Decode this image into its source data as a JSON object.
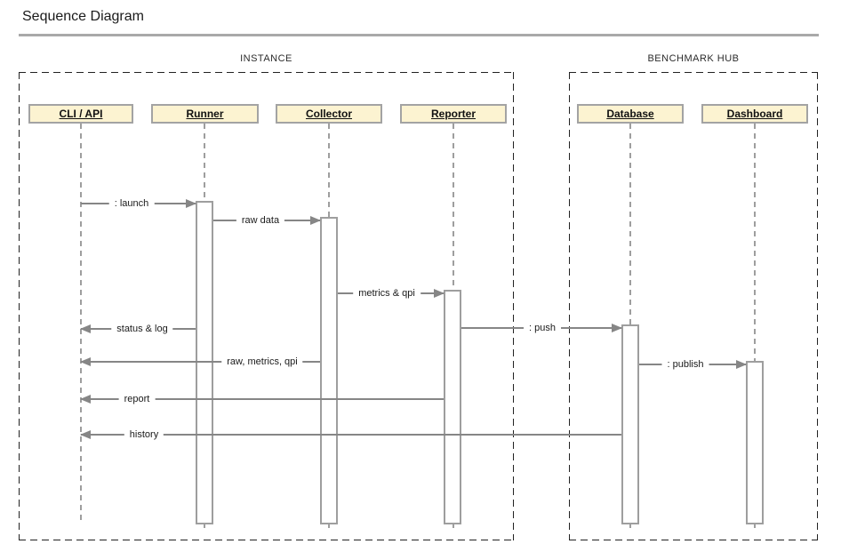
{
  "title": "Sequence Diagram",
  "frames": [
    {
      "id": "instance",
      "label": "INSTANCE"
    },
    {
      "id": "benchmark-hub",
      "label": "BENCHMARK HUB"
    }
  ],
  "participants": [
    {
      "id": "cli-api",
      "label": "CLI / API"
    },
    {
      "id": "runner",
      "label": "Runner"
    },
    {
      "id": "collector",
      "label": "Collector"
    },
    {
      "id": "reporter",
      "label": "Reporter"
    },
    {
      "id": "database",
      "label": "Database"
    },
    {
      "id": "dashboard",
      "label": "Dashboard"
    }
  ],
  "messages": [
    {
      "label": ": launch",
      "from": "cli-api",
      "to": "runner",
      "direction": "right"
    },
    {
      "label": "raw data",
      "from": "runner",
      "to": "collector",
      "direction": "right"
    },
    {
      "label": "metrics & qpi",
      "from": "collector",
      "to": "reporter",
      "direction": "right"
    },
    {
      "label": ": push",
      "from": "reporter",
      "to": "database",
      "direction": "right"
    },
    {
      "label": "status & log",
      "from": "runner",
      "to": "cli-api",
      "direction": "left"
    },
    {
      "label": "raw, metrics, qpi",
      "from": "collector",
      "to": "cli-api",
      "direction": "left"
    },
    {
      "label": ": publish",
      "from": "database",
      "to": "dashboard",
      "direction": "right"
    },
    {
      "label": "report",
      "from": "reporter",
      "to": "cli-api",
      "direction": "left"
    },
    {
      "label": "history",
      "from": "database",
      "to": "cli-api",
      "direction": "left"
    }
  ],
  "colors": {
    "participant_fill": "#fcf3d1",
    "participant_border": "#a3a3a3",
    "message_line": "#868686",
    "lifeline": "#9e9e9e",
    "frame_dash": "#222222",
    "title_rule": "#a9a9a9"
  }
}
